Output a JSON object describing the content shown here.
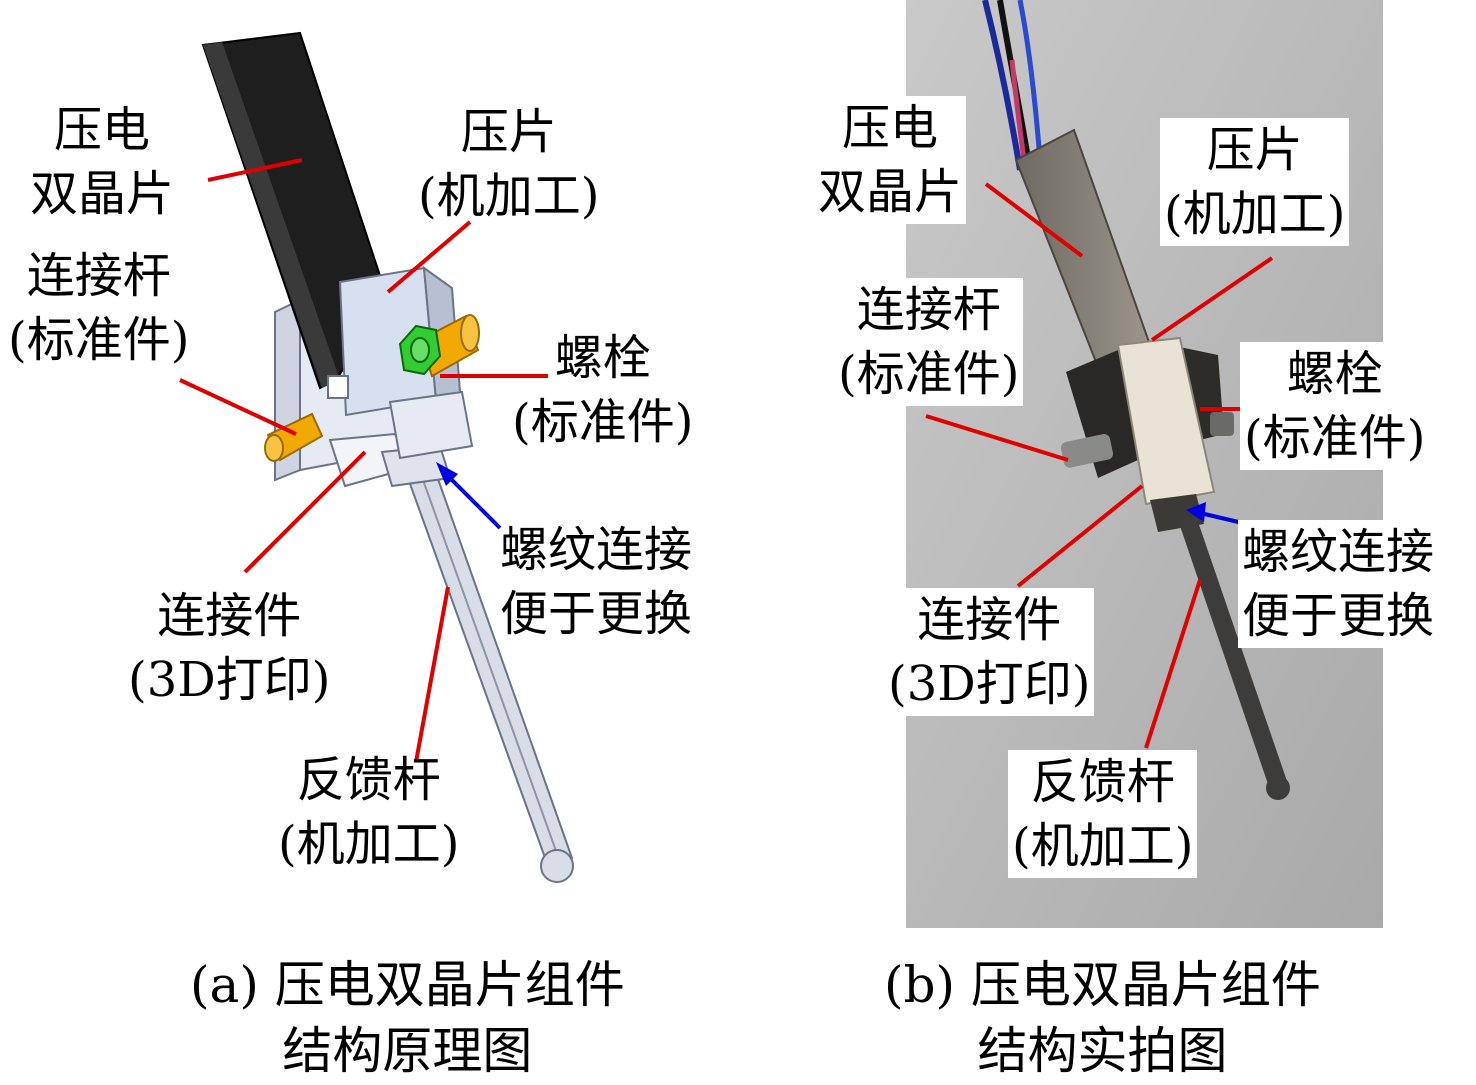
{
  "colors": {
    "leader_red": "#e00000",
    "leader_blue": "#0000e0",
    "bimorph": "#2a2a2a",
    "bolt_orange": "#f2a900",
    "nut_green": "#33cc33",
    "part_light": "#d8dde6",
    "photo_bg": "#b8b8b8"
  },
  "panel_a": {
    "labels": {
      "bimorph": [
        "压电",
        "双晶片"
      ],
      "clamp": [
        "压片",
        "(机加工)"
      ],
      "link_rod": [
        "连接杆",
        "(标准件)"
      ],
      "bolt": [
        "螺栓",
        "(标准件)"
      ],
      "thread": [
        "螺纹连接",
        "便于更换"
      ],
      "connector": [
        "连接件",
        "(3D打印)"
      ],
      "feedback_rod": [
        "反馈杆",
        "(机加工)"
      ]
    },
    "caption": [
      "(a) 压电双晶片组件",
      "结构原理图"
    ]
  },
  "panel_b": {
    "labels": {
      "bimorph": [
        "压电",
        "双晶片"
      ],
      "clamp": [
        "压片",
        "(机加工)"
      ],
      "link_rod": [
        "连接杆",
        "(标准件)"
      ],
      "bolt": [
        "螺栓",
        "(标准件)"
      ],
      "thread": [
        "螺纹连接",
        "便于更换"
      ],
      "connector": [
        "连接件",
        "(3D打印)"
      ],
      "feedback_rod": [
        "反馈杆",
        "(机加工)"
      ]
    },
    "caption": [
      "(b) 压电双晶片组件",
      "结构实拍图"
    ]
  }
}
